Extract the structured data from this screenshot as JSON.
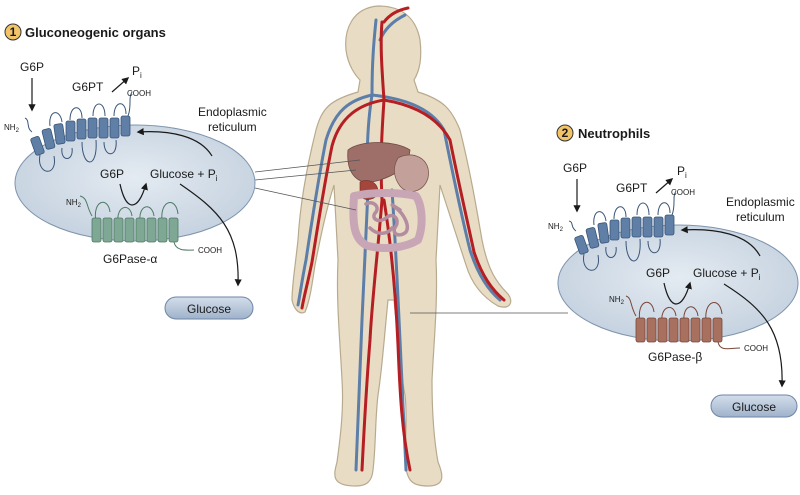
{
  "left_panel": {
    "badge": "1",
    "title": "Gluconeogenic organs",
    "g6p_in": "G6P",
    "transporter": "G6PT",
    "pi_out": "P",
    "pi_sub": "i",
    "cooh_top": "COOH",
    "nh2_top": "NH",
    "nh2_sub": "2",
    "er_line1": "Endoplasmic",
    "er_line2": "reticulum",
    "g6p_lumen": "G6P",
    "glucose_pi": "Glucose + P",
    "glucose_pi_sub": "i",
    "nh2_enzyme": "NH",
    "nh2_enzyme_sub": "2",
    "cooh_enzyme": "COOH",
    "enzyme": "G6Pase-α",
    "glucose_out": "Glucose"
  },
  "right_panel": {
    "badge": "2",
    "title": "Neutrophils",
    "g6p_in": "G6P",
    "transporter": "G6PT",
    "pi_out": "P",
    "pi_sub": "i",
    "cooh_top": "COOH",
    "nh2_top": "NH",
    "nh2_sub": "2",
    "er_line1": "Endoplasmic",
    "er_line2": "reticulum",
    "g6p_lumen": "G6P",
    "glucose_pi": "Glucose + P",
    "glucose_pi_sub": "i",
    "nh2_enzyme": "NH",
    "nh2_enzyme_sub": "2",
    "cooh_enzyme": "COOH",
    "enzyme": "G6Pase-β",
    "glucose_out": "Glucose"
  },
  "colors": {
    "er_fill": "#d3dde8",
    "transporter": "#5f7fa6",
    "g6pase_alpha": "#7fa894",
    "g6pase_beta": "#a8705f",
    "badge": "#f2c46a",
    "glucose_pill": "#b9c8dc",
    "skin": "#e8dcc4",
    "artery": "#b51e23",
    "vein": "#5c7ea8",
    "organ": "#b8958f"
  }
}
